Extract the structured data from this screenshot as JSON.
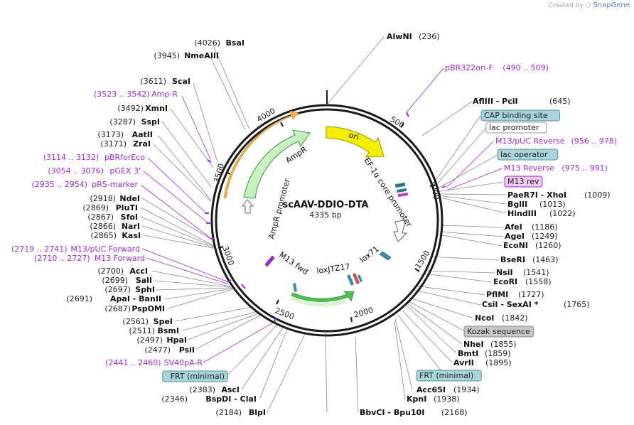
{
  "watermark": {
    "prefix": "Created by",
    "brand": "SnapGene"
  },
  "plasmid": {
    "name": "scAAV-DDIO-DTA",
    "length_label": "4335 bp"
  },
  "colors": {
    "purple": "#a12bd6",
    "teal_box": "#a9d4dc",
    "grey_box": "#c8c8c8",
    "pink_box": "#f0c8f0"
  },
  "ring_ticks": [
    "500",
    "1000",
    "1500",
    "2000",
    "2500",
    "3000",
    "3500",
    "4000"
  ],
  "features": {
    "ori": "ori",
    "ampr": "AmpR",
    "ampr_promoter": "AmpR promoter",
    "ef1a": "EF-1α core promoter",
    "lox71": "lox71",
    "loxjtz17": "loxJTZ17",
    "m13fwd": "M13 fwd"
  },
  "right_labels": [
    {
      "name": "AlwNI",
      "pos": "(236)"
    },
    {
      "name": "pBR322ori-F",
      "pos": "(490 .. 509)",
      "purple": true
    },
    {
      "name": "AflIII  - PciI",
      "pos": "(645)"
    },
    {
      "name": "CAP binding site",
      "box": "teal"
    },
    {
      "name": "lac promoter",
      "box": "white"
    },
    {
      "name": "M13/pUC Reverse",
      "pos": "(956 .. 978)",
      "purple": true
    },
    {
      "name": "lac operator",
      "box": "teal"
    },
    {
      "name": "M13 Reverse",
      "pos": "(975 .. 991)",
      "purple": true
    },
    {
      "name": "M13 rev",
      "box": "pink"
    },
    {
      "name": "PaeR7I  - XhoI",
      "pos": "(1009)"
    },
    {
      "name": "BglII",
      "pos": "(1013)"
    },
    {
      "name": "HindIII",
      "pos": "(1022)"
    },
    {
      "name": "AfeI",
      "pos": "(1186)"
    },
    {
      "name": "AgeI",
      "pos": "(1249)"
    },
    {
      "name": "EcoNI",
      "pos": "(1260)"
    },
    {
      "name": "BseRI",
      "pos": "(1463)"
    },
    {
      "name": "NsiI",
      "pos": "(1541)"
    },
    {
      "name": "EcoRI",
      "pos": "(1558)"
    },
    {
      "name": "PflMI",
      "pos": "(1727)"
    },
    {
      "name": "CsiI  - SexAI *",
      "pos": "(1765)"
    },
    {
      "name": "NcoI",
      "pos": "(1842)"
    },
    {
      "name": "Kozak sequence",
      "box": "grey"
    },
    {
      "name": "NheI",
      "pos": "(1855)"
    },
    {
      "name": "BmtI",
      "pos": "(1859)"
    },
    {
      "name": "AvrII",
      "pos": "(1895)"
    },
    {
      "name": "FRT (minimal)",
      "box": "teal"
    },
    {
      "name": "Acc65I",
      "pos": "(1934)"
    },
    {
      "name": "KpnI",
      "pos": "(1938)"
    },
    {
      "name": "BbvCI  - Bpu10I",
      "pos": "(2168)"
    }
  ],
  "left_labels": [
    {
      "name": "BsaI",
      "pos": "(4026)"
    },
    {
      "name": "NmeAIII",
      "pos": "(3945)"
    },
    {
      "name": "ScaI",
      "pos": "(3611)"
    },
    {
      "name": "Amp-R",
      "pos": "(3523 .. 3542)",
      "purple": true
    },
    {
      "name": "XmnI",
      "pos": "(3492)"
    },
    {
      "name": "SspI",
      "pos": "(3287)"
    },
    {
      "name": "AatII",
      "pos": "(3173)"
    },
    {
      "name": "ZraI",
      "pos": "(3171)"
    },
    {
      "name": "pBRforEco",
      "pos": "(3114 .. 3132)",
      "purple": true
    },
    {
      "name": "pGEX 3'",
      "pos": "(3054 .. 3076)",
      "purple": true
    },
    {
      "name": "pRS-marker",
      "pos": "(2935 .. 2954)",
      "purple": true
    },
    {
      "name": "NdeI",
      "pos": "(2918)"
    },
    {
      "name": "PluTI",
      "pos": "(2869)"
    },
    {
      "name": "SfoI",
      "pos": "(2867)"
    },
    {
      "name": "NarI",
      "pos": "(2866)"
    },
    {
      "name": "KasI",
      "pos": "(2865)"
    },
    {
      "name": "M13/pUC Forward",
      "pos": "(2719 .. 2741)",
      "purple": true
    },
    {
      "name": "M13 Forward",
      "pos": "(2710 .. 2727)",
      "purple": true
    },
    {
      "name": "AccI",
      "pos": "(2700)"
    },
    {
      "name": "SalI",
      "pos": "(2699)"
    },
    {
      "name": "SphI",
      "pos": "(2697)"
    },
    {
      "name": "ApaI  - BanII",
      "pos": "(2691)"
    },
    {
      "name": "PspOMI",
      "pos": "(2687)"
    },
    {
      "name": "SpeI",
      "pos": "(2561)"
    },
    {
      "name": "BsmI",
      "pos": "(2511)"
    },
    {
      "name": "HpaI",
      "pos": "(2497)"
    },
    {
      "name": "PsiI",
      "pos": "(2477)"
    },
    {
      "name": "SV40pA-R",
      "pos": "(2441 .. 2460)",
      "purple": true
    },
    {
      "name": "FRT (minimal)",
      "box": "teal"
    },
    {
      "name": "AscI",
      "pos": "(2383)"
    },
    {
      "name": "BspDI  - ClaI",
      "pos": "(2346)"
    },
    {
      "name": "BlpI",
      "pos": "(2184)"
    }
  ]
}
